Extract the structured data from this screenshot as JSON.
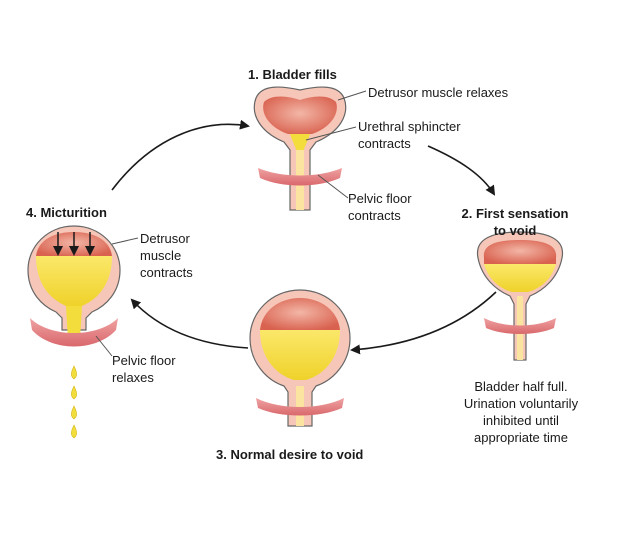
{
  "stages": {
    "fills": {
      "title": "1. Bladder fills",
      "detrusor": "Detrusor muscle relaxes",
      "sphincter_1": "Urethral sphincter",
      "sphincter_2": "contracts",
      "pelvic_1": "Pelvic floor",
      "pelvic_2": "contracts"
    },
    "first_sensation": {
      "title_1": "2. First sensation",
      "title_2": "to void",
      "note_1": "Bladder half full.",
      "note_2": "Urination voluntarily",
      "note_3": "inhibited until",
      "note_4": "appropriate time"
    },
    "normal_desire": {
      "title": "3. Normal desire to void"
    },
    "micturition": {
      "title": "4. Micturition",
      "detrusor_1": "Detrusor",
      "detrusor_2": "muscle",
      "detrusor_3": "contracts",
      "pelvic_1": "Pelvic floor",
      "pelvic_2": "relaxes"
    }
  },
  "colors": {
    "muscle": "#e07a6a",
    "muscle_light": "#f2b2a4",
    "urine": "#f2dd3c",
    "urine_light": "#fbee9a",
    "wall_inner": "#f7d2c8",
    "pelvic_floor": "#e58a8c",
    "outline": "#555555"
  }
}
